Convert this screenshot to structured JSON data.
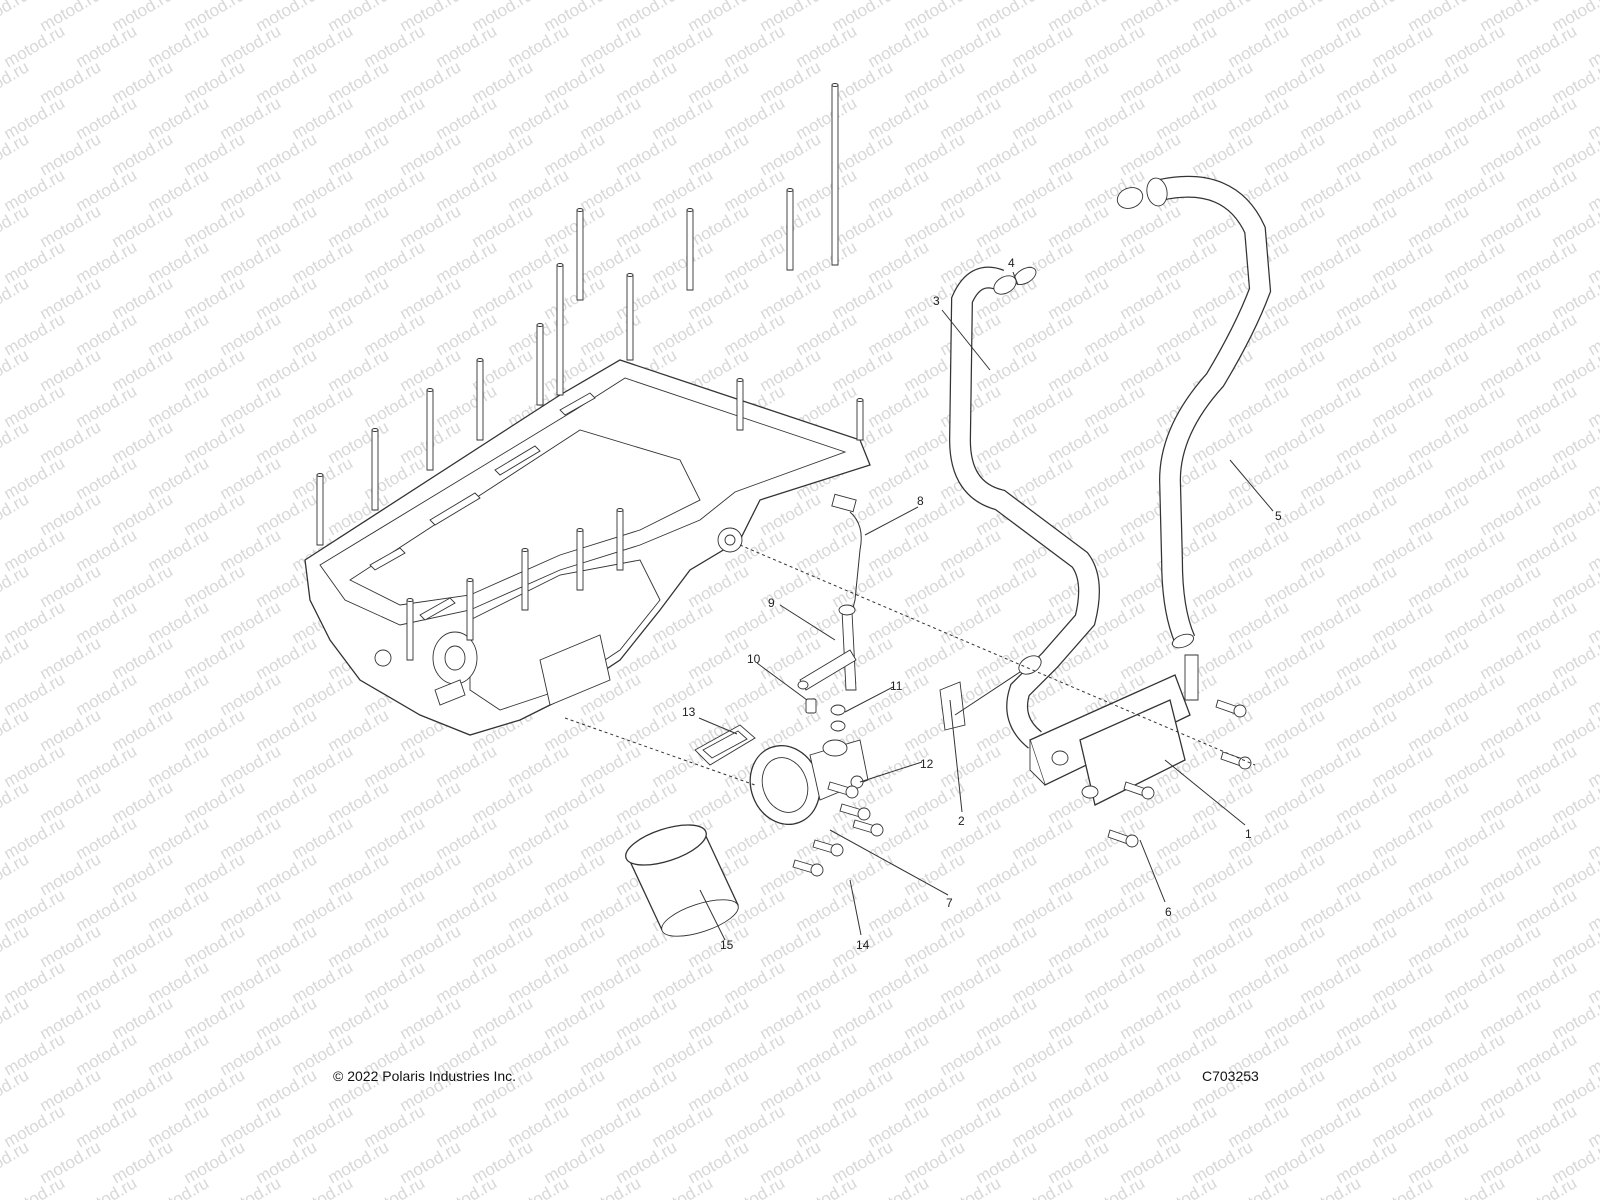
{
  "watermark": "motod.ru",
  "footer": {
    "copyright": "© 2022 Polaris Industries Inc.",
    "figure_code": "C703253"
  },
  "callouts": [
    "1",
    "2",
    "3",
    "4",
    "5",
    "6",
    "7",
    "8",
    "9",
    "10",
    "11",
    "12",
    "13",
    "14",
    "15"
  ],
  "colors": {
    "line": "#333333",
    "watermark": "#d8d8d8",
    "background": "#ffffff"
  }
}
